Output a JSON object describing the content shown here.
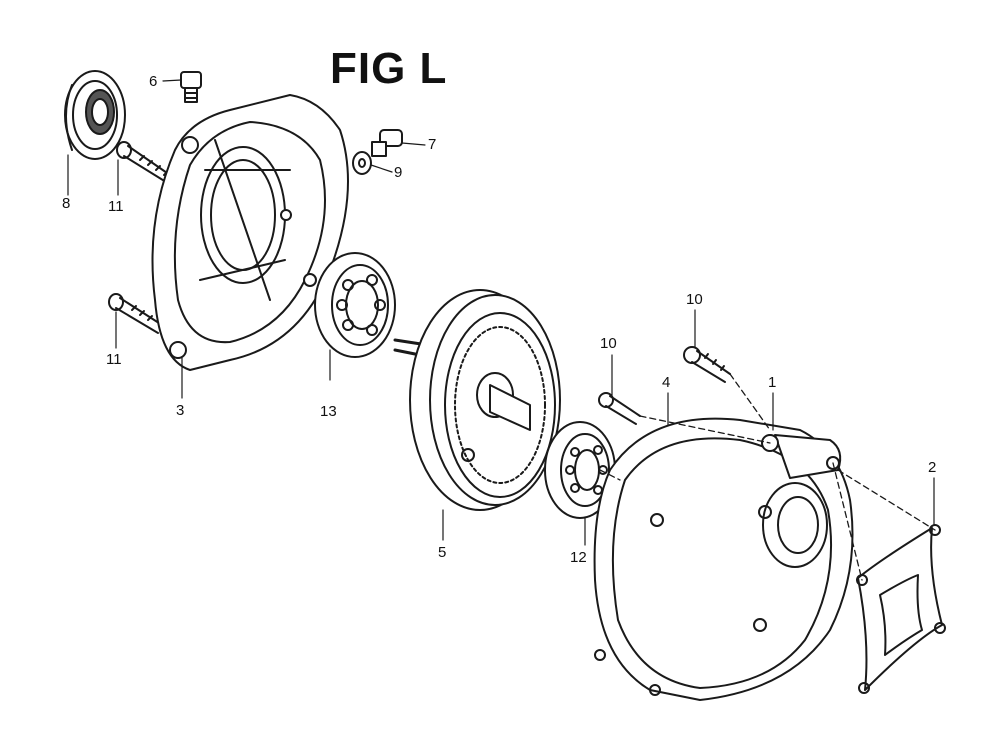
{
  "figure": {
    "title": "FIG L"
  },
  "callouts": [
    {
      "id": "c6",
      "label": "6"
    },
    {
      "id": "c7",
      "label": "7"
    },
    {
      "id": "c9",
      "label": "9"
    },
    {
      "id": "c8",
      "label": "8"
    },
    {
      "id": "c11a",
      "label": "11"
    },
    {
      "id": "c11b",
      "label": "11"
    },
    {
      "id": "c3",
      "label": "3"
    },
    {
      "id": "c13",
      "label": "13"
    },
    {
      "id": "c5",
      "label": "5"
    },
    {
      "id": "c12",
      "label": "12"
    },
    {
      "id": "c10a",
      "label": "10"
    },
    {
      "id": "c10b",
      "label": "10"
    },
    {
      "id": "c4",
      "label": "4"
    },
    {
      "id": "c1",
      "label": "1"
    },
    {
      "id": "c2",
      "label": "2"
    }
  ]
}
